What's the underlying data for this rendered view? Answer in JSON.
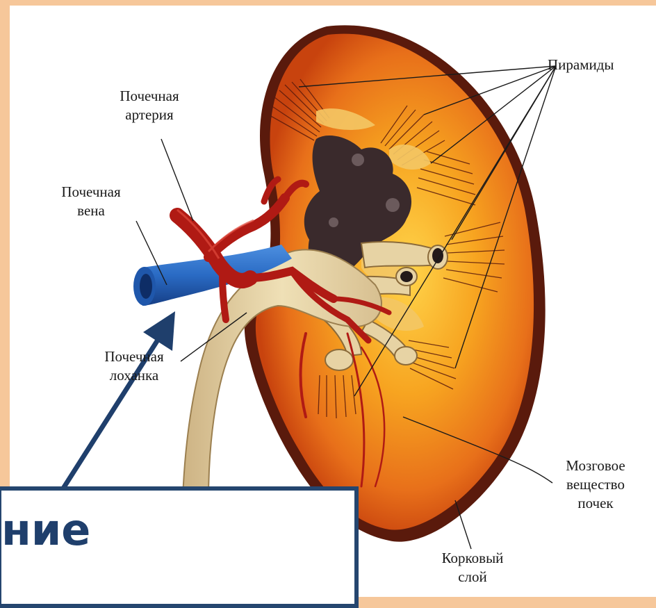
{
  "labels": {
    "pyramids": "Пирамиды",
    "renal_artery": [
      "Почечная",
      "артерия"
    ],
    "renal_vein": [
      "Почечная",
      "вена"
    ],
    "renal_pelvis": [
      "Почечная",
      "лоханка"
    ],
    "medulla": [
      "Мозговое",
      "вещество",
      "почек"
    ],
    "cortex": [
      "Корковый",
      "слой"
    ]
  },
  "callout": {
    "text": "ние"
  },
  "colors": {
    "frame": "#f6c79a",
    "callout_border": "#25466f",
    "callout_text": "#1f3f6c",
    "cortex": "#e36a13",
    "capsule": "#5a1a0c",
    "vein": "#2a6bc4",
    "artery": "#b01a14",
    "pelvis": "#e7d3a4",
    "sinus": "#3a2a2c"
  }
}
